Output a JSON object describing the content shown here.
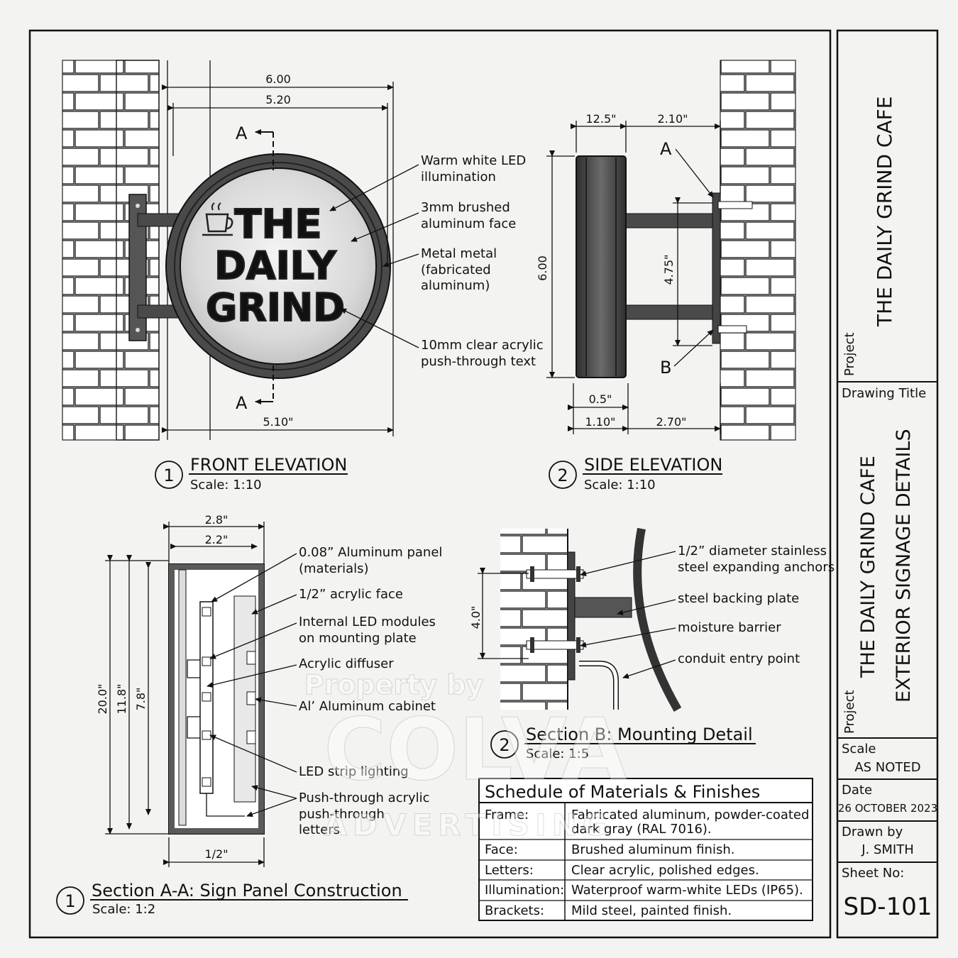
{
  "front_elevation": {
    "number": "1",
    "title": "FRONT ELEVATION",
    "scale": "Scale: 1:10",
    "dims": {
      "overall_width": "6.00",
      "face_width": "5.20",
      "bottom": "5.10\""
    },
    "section_marks": [
      "A",
      "A"
    ],
    "sign_text": [
      "THE",
      "DAILY",
      "GRIND"
    ],
    "callouts": [
      [
        "Warm white LED",
        "illumination"
      ],
      [
        "3mm brushed",
        "aluminum face"
      ],
      [
        "Metal metal",
        "(fabricated",
        "aluminum)"
      ],
      [
        "10mm clear acrylic",
        "push-through text"
      ]
    ]
  },
  "side_elevation": {
    "number": "2",
    "title": "SIDE ELEVATION",
    "scale": "Scale: 1:10",
    "dims": {
      "depth": "12.5\"",
      "offset": "2.10\"",
      "height": "6.00",
      "bracket_spacing": "4.75\"",
      "face": "0.5\"",
      "cabinet": "1.10\"",
      "projection": "2.70\""
    },
    "section_marks": [
      "A",
      "B"
    ]
  },
  "section_a": {
    "number": "1",
    "title": "Section A-A: Sign Panel Construction",
    "scale": "Scale: 1:2",
    "dims": {
      "outer": "2.8\"",
      "inner": "2.2\"",
      "h1": "20.0\"",
      "h2": "11.8\"",
      "h3": "7.8\"",
      "bottom": "1/2\""
    },
    "callouts": [
      [
        "0.08” Aluminum panel",
        "(materials)"
      ],
      [
        "1/2” acrylic face"
      ],
      [
        "Internal LED modules",
        "on mounting plate"
      ],
      [
        "Acrylic diffuser"
      ],
      [
        "Al’ Aluminum cabinet"
      ],
      [
        "LED strip lighting"
      ],
      [
        "Push-through acrylic",
        "push-through",
        "letters"
      ]
    ]
  },
  "section_b": {
    "number": "2",
    "title": "Section B: Mounting Detail",
    "scale": "Scale: 1:5",
    "dims": {
      "height": "4.0\""
    },
    "callouts": [
      [
        "1/2” diameter stainless",
        "steel expanding anchors"
      ],
      [
        "steel backing plate"
      ],
      [
        "moisture barrier"
      ],
      [
        "conduit entry point"
      ]
    ]
  },
  "schedule": {
    "title": "Schedule of Materials & Finishes",
    "rows": [
      {
        "label": "Frame:",
        "value": [
          "Fabricated aluminum, powder-coated",
          "dark gray (RAL 7016)."
        ]
      },
      {
        "label": "Face:",
        "value": [
          "Brushed aluminum finish."
        ]
      },
      {
        "label": "Letters:",
        "value": [
          "Clear acrylic, polished edges."
        ]
      },
      {
        "label": "Illumination:",
        "value": [
          "Waterproof warm-white LEDs (IP65)."
        ]
      },
      {
        "label": "Brackets:",
        "value": [
          "Mild steel, painted finish."
        ]
      }
    ]
  },
  "title_block": {
    "project_label": "Project",
    "project": "THE DAILY GRIND CAFE",
    "drawing_title_label": "Drawing Title",
    "drawing_title": [
      "THE DAILY GRIND CAFE",
      "EXTERIOR SIGNAGE DETAILS"
    ],
    "project_label_2": "Project",
    "scale_label": "Scale",
    "scale": "AS NOTED",
    "date_label": "Date",
    "date": "26 OCTOBER 2023",
    "drawn_by_label": "Drawn by",
    "drawn_by": "J. SMITH",
    "sheet_label": "Sheet No:",
    "sheet": "SD-101"
  },
  "watermark": {
    "line1": "Property by",
    "line2": "COLVA",
    "line3": "ADVERTISING"
  },
  "colors": {
    "paper": "#f3f3f1",
    "ink": "#111111",
    "cabinet": "#4a4a4a"
  }
}
